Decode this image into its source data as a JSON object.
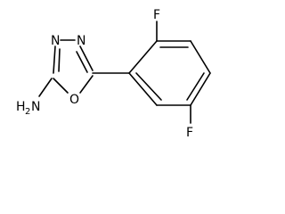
{
  "molecule": {
    "atoms": {
      "n_left": "N",
      "n_right": "N",
      "o_ring": "O",
      "amine": "H",
      "amine_sub": "2",
      "amine_n": "N",
      "f_top": "F",
      "f_bottom": "F"
    },
    "colors": {
      "bond": "#000000",
      "label": "#000000",
      "background": "#ffffff"
    }
  }
}
